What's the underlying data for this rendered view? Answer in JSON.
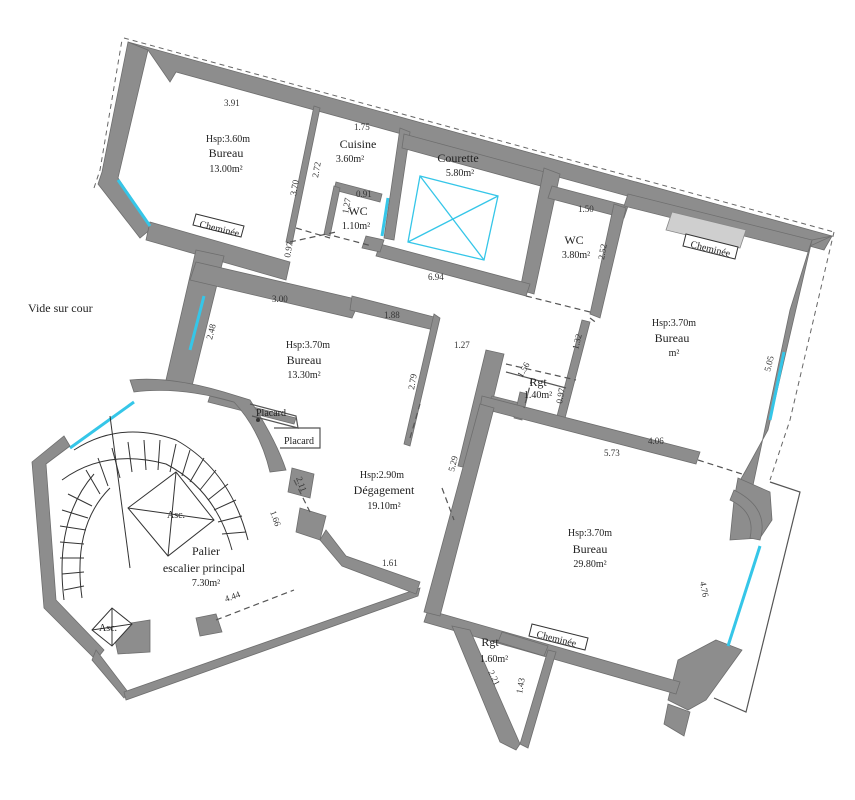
{
  "outside": {
    "label": "Vide sur cour"
  },
  "rooms": {
    "bureau_1": {
      "height": "Hsp:3.60m",
      "name": "Bureau",
      "area": "13.00m²"
    },
    "cuisine": {
      "name": "Cuisine",
      "area": "3.60m²"
    },
    "courette": {
      "name": "Courette",
      "area": "5.80m²"
    },
    "wc_1": {
      "name": "WC",
      "area": "1.10m²"
    },
    "wc_2": {
      "name": "WC",
      "area": "3.80m²"
    },
    "bureau_2": {
      "height": "Hsp:3.70m",
      "name": "Bureau",
      "area": "13.30m²"
    },
    "bureau_3": {
      "height": "Hsp:3.70m",
      "name": "Bureau",
      "area": "m²"
    },
    "rgt_1": {
      "name": "Rgt",
      "area": "1.40m²"
    },
    "degagement": {
      "height": "Hsp:2.90m",
      "name": "Dégagement",
      "area": "19.10m²"
    },
    "bureau_4": {
      "height": "Hsp:3.70m",
      "name": "Bureau",
      "area": "29.80m²"
    },
    "palier": {
      "name": "Palier",
      "name2": "escalier principal",
      "area": "7.30m²"
    },
    "rgt_2": {
      "name": "Rgt",
      "area": "1.60m²"
    }
  },
  "fixtures": {
    "cheminee": "Cheminée",
    "placard": "Placard",
    "asc": "Asc."
  },
  "dimensions": {
    "d391": "3.91",
    "d175": "1.75",
    "d370": "3.70",
    "d272": "2.72",
    "d091": "0.91",
    "d097": "0.97",
    "d694": "6.94",
    "d150": "1.50",
    "d252": "2.52",
    "d300": "3.00",
    "d188": "1.88",
    "d248": "2.48",
    "d127": "1.27",
    "d132": "1.32",
    "d156": "1.56",
    "d097b": "0.97",
    "d279": "2.79",
    "d505": "5.05",
    "d406": "4.06",
    "d573": "5.73",
    "d529": "5.29",
    "d211": "2.11",
    "d166": "1.66",
    "d161": "1.61",
    "d444": "4.44",
    "d476": "4.76",
    "d221": "2.21",
    "d143": "1.43",
    "d127c": "1.27"
  }
}
